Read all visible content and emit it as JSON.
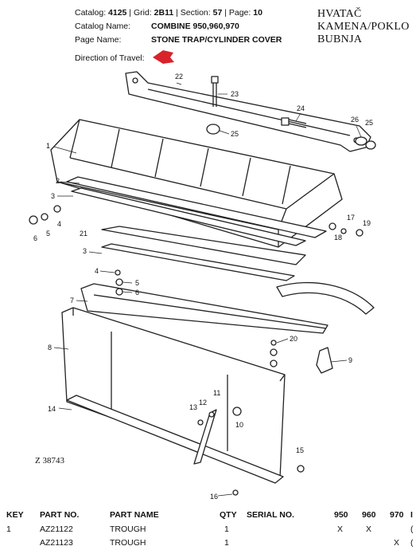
{
  "header": {
    "catalog_label": "Catalog:",
    "catalog_value": "4125",
    "grid_label": "Grid:",
    "grid_value": "2B11",
    "section_label": "Section:",
    "section_value": "57",
    "page_label": "Page:",
    "page_value": "10",
    "catalog_name_label": "Catalog Name:",
    "catalog_name_value": "COMBINE 950,960,970",
    "page_name_label": "Page Name:",
    "page_name_value": "STONE TRAP/CYLINDER COVER",
    "direction_label": "Direction of Travel:"
  },
  "title_lines": [
    "HVATAČ",
    "KAMENA/POKLO",
    "BUBNJA"
  ],
  "figure_code": "Z  38743",
  "callouts": [
    "1",
    "2",
    "3",
    "3",
    "4",
    "4",
    "5",
    "5",
    "6",
    "6",
    "7",
    "8",
    "9",
    "10",
    "11",
    "12",
    "13",
    "14",
    "15",
    "16",
    "17",
    "18",
    "19",
    "20",
    "21",
    "22",
    "23",
    "24",
    "25",
    "25",
    "26"
  ],
  "table": {
    "headers": [
      "KEY",
      "PART NO.",
      "PART NAME",
      "QTY",
      "SERIAL NO.",
      "950",
      "960",
      "970",
      "I"
    ],
    "rows": [
      {
        "key": "1",
        "part_no": "AZ21122",
        "part_name": "TROUGH",
        "qty": "1",
        "serial": "",
        "c950": "X",
        "c960": "X",
        "c970": "",
        "extra": "("
      },
      {
        "key": "",
        "part_no": "AZ21123",
        "part_name": "TROUGH",
        "qty": "1",
        "serial": "",
        "c950": "",
        "c960": "",
        "c970": "X",
        "extra": "("
      }
    ]
  },
  "colors": {
    "arrow": "#d9232b"
  }
}
